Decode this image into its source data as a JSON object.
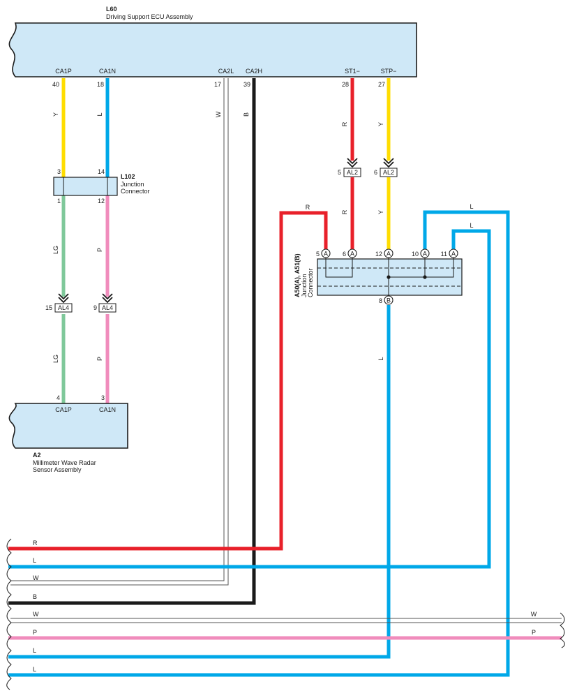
{
  "ecu": {
    "id": "L60",
    "name": "Driving Support ECU Assembly",
    "pins": [
      {
        "name": "CA1P",
        "num": "40",
        "color": "Y"
      },
      {
        "name": "CA1N",
        "num": "18",
        "color": "L"
      },
      {
        "name": "CA2L",
        "num": "17",
        "color": "W"
      },
      {
        "name": "CA2H",
        "num": "39",
        "color": "B"
      },
      {
        "name": "ST1−",
        "num": "28",
        "color": "R"
      },
      {
        "name": "STP−",
        "num": "27",
        "color": "Y"
      }
    ]
  },
  "l102": {
    "id": "L102",
    "name_line1": "Junction",
    "name_line2": "Connector",
    "pins_top": [
      "3",
      "14"
    ],
    "pins_bottom": [
      "1",
      "12"
    ]
  },
  "al4": {
    "tag": "AL4",
    "pins": [
      "15",
      "9"
    ]
  },
  "al2": {
    "tag": "AL2",
    "pins": [
      "5",
      "6"
    ]
  },
  "wires_mid": {
    "left": [
      "LG",
      "P",
      "LG",
      "P"
    ],
    "right": [
      "R",
      "Y"
    ]
  },
  "radar": {
    "id": "A2",
    "name_line1": "Millimeter Wave Radar",
    "name_line2": "Sensor Assembly",
    "pins": [
      {
        "name": "CA1P",
        "num": "4"
      },
      {
        "name": "CA1N",
        "num": "3"
      }
    ]
  },
  "jc": {
    "id": "A50(A), A51(B)",
    "name_line1": "Junction",
    "name_line2": "Connector",
    "pins_top": [
      {
        "num": "5",
        "conn": "A"
      },
      {
        "num": "6",
        "conn": "A"
      },
      {
        "num": "12",
        "conn": "A"
      },
      {
        "num": "10",
        "conn": "A"
      },
      {
        "num": "11",
        "conn": "A"
      }
    ],
    "pin_bottom": {
      "num": "8",
      "conn": "B"
    },
    "in_wire_labels": [
      "R",
      "L",
      "L"
    ],
    "out_wire_label": "L"
  },
  "bus": {
    "left_labels": [
      "R",
      "L",
      "W",
      "B",
      "W",
      "P",
      "L",
      "L"
    ],
    "right_labels": [
      "W",
      "P"
    ]
  },
  "colors": {
    "Y": "#ffdd00",
    "L": "#00a8e8",
    "LG": "#7fc89a",
    "P": "#f08cbc",
    "R": "#e8202a",
    "B": "#1a1a1a",
    "W": "#9a9a9a",
    "box_fill": "#cfe8f7"
  }
}
